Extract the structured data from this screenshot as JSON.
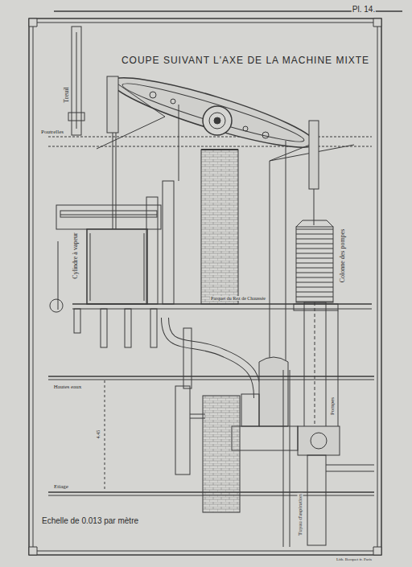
{
  "diagram": {
    "title": "COUPE SUIVANT L'AXE DE LA MACHINE MIXTE",
    "labels": [
      "Pl. 14.",
      "Treuil",
      "Poutrelles",
      "Cylindre à vapeur",
      "Colonne des pompes",
      "Parquet du Rez de Chaussée",
      "Hautes eaux",
      "4.45",
      "Pompes",
      "Etiage",
      "Echelle de 0.013 par mètre",
      "Tuyau d'aspiration",
      "Lith. Becquet fr. Paris"
    ]
  }
}
